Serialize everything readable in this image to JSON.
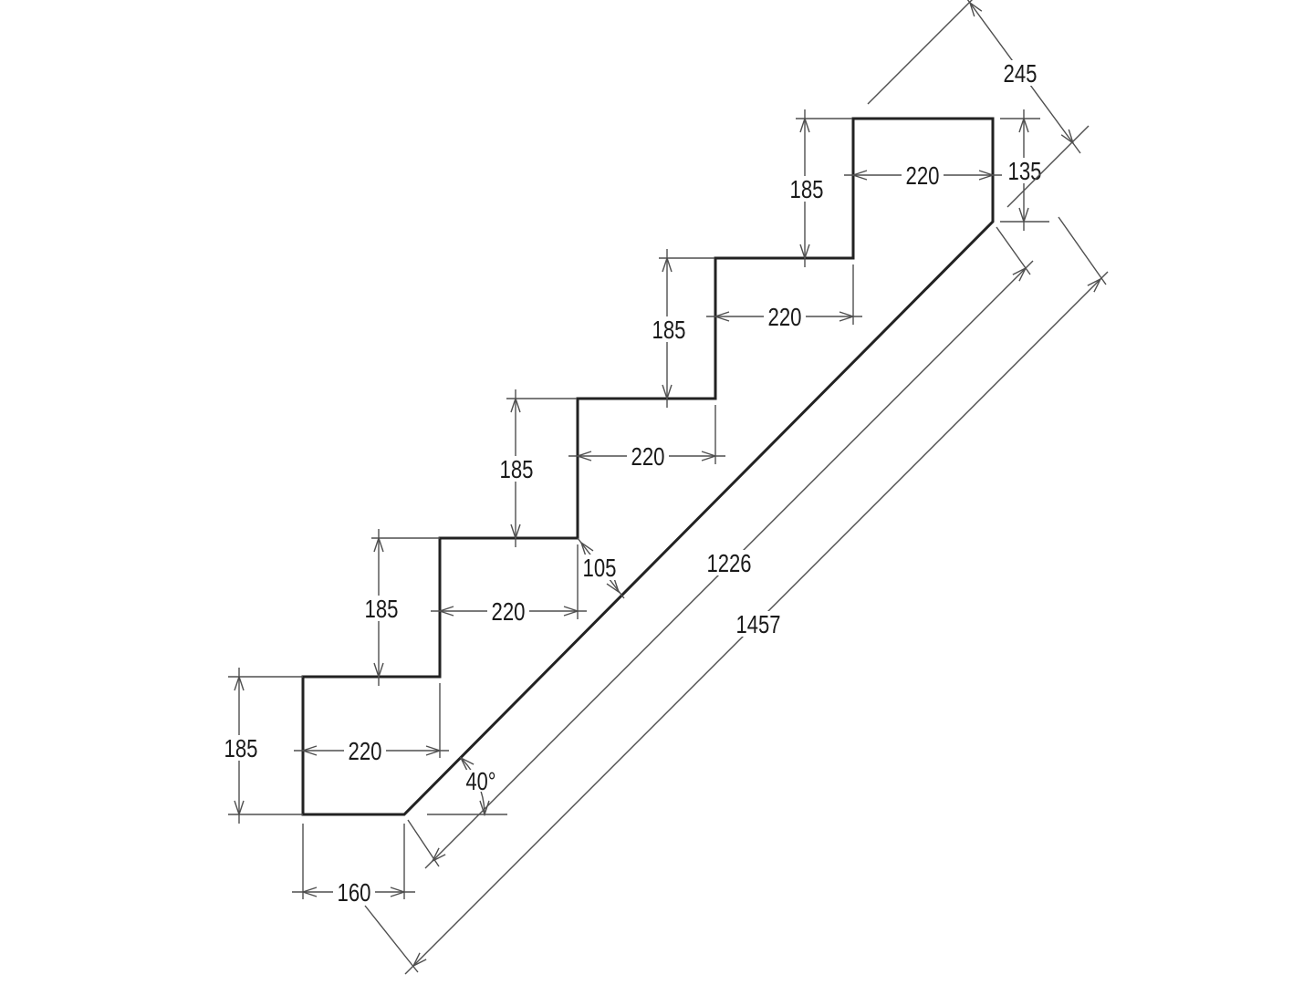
{
  "drawing": {
    "kind": "stair stringer dimensioned profile",
    "step_count": 5,
    "dims": {
      "riser_1": "185",
      "riser_2": "185",
      "riser_3": "185",
      "riser_4": "185",
      "riser_5": "185",
      "tread_1": "220",
      "tread_2": "220",
      "tread_3": "220",
      "tread_4": "220",
      "tread_5": "220",
      "base_run": "160",
      "top_end_drop": "135",
      "top_nose_width": "245",
      "throat_depth": "105",
      "slope_angle": "40°",
      "slope_length_inner": "1226",
      "slope_length_outer": "1457"
    },
    "style": {
      "background": "#ffffff",
      "profile_color": "#222222",
      "dim_line_color": "#4f4f4f",
      "text_color": "#1a1a1a"
    }
  }
}
